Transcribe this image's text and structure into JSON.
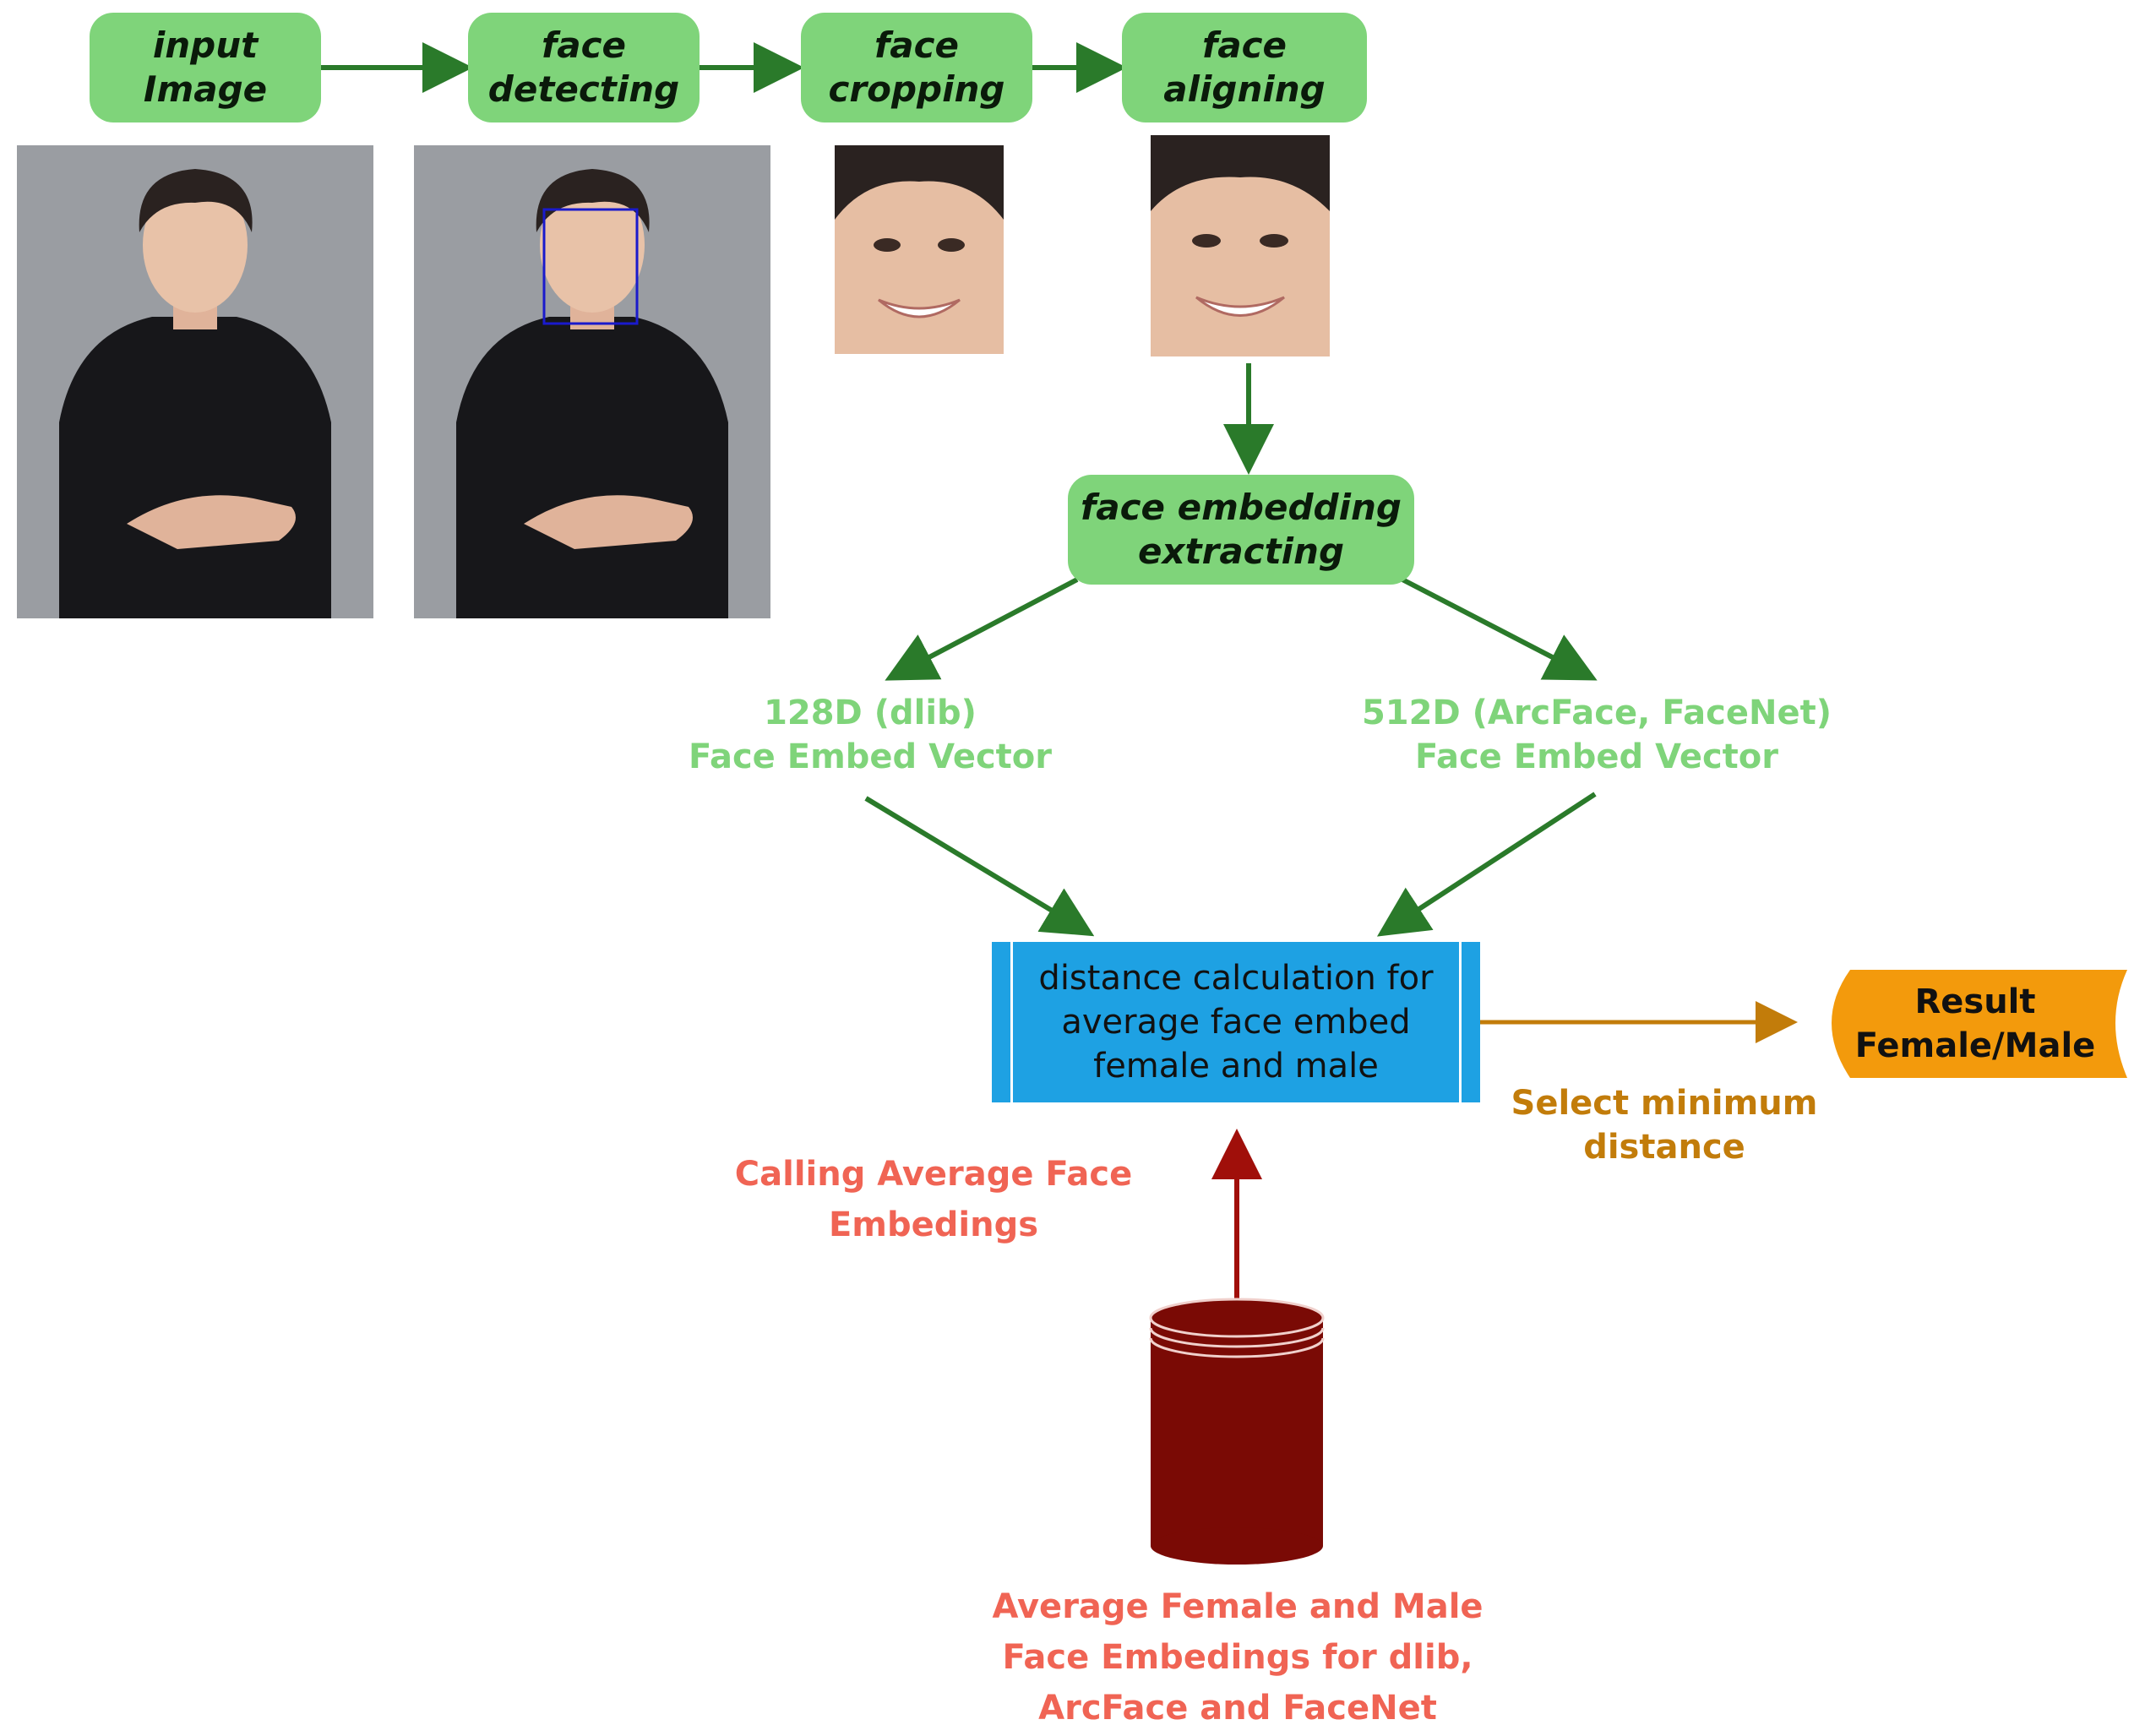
{
  "pipeline": {
    "input_image": "input Image",
    "face_detecting": [
      "face",
      "detecting"
    ],
    "face_cropping": [
      "face",
      "cropping"
    ],
    "face_aligning": [
      "face",
      "aligning"
    ],
    "face_embedding": [
      "face embedding",
      "extracting"
    ]
  },
  "vectors": {
    "dlib": [
      "128D (dlib)",
      "Face Embed Vector"
    ],
    "arcface": [
      "512D (ArcFace, FaceNet)",
      "Face Embed Vector"
    ]
  },
  "process": {
    "lines": [
      "distance calculation for",
      "average face embed",
      "female and male"
    ]
  },
  "result": {
    "lines": [
      "Result",
      "Female/Male"
    ]
  },
  "select_label": [
    "Select minimum",
    "distance"
  ],
  "calling_label": [
    "Calling Average Face",
    "Embedings"
  ],
  "database_label": [
    "Average Female and Male",
    "Face Embedings for dlib,",
    "ArcFace and FaceNet"
  ],
  "colors": {
    "box_green": "#7fd47a",
    "arrow_green": "#2a7a2a",
    "process_blue": "#1ea1e3",
    "result_orange": "#f39a0c",
    "db_red": "#7a0a05",
    "arrow_red": "#a00f0a",
    "arrow_gold": "#c27c0a",
    "text_red": "#f06454"
  },
  "icons": {
    "photos": "person-photo",
    "database": "cylinder-database-icon",
    "detect_box": "face-detection-box"
  }
}
